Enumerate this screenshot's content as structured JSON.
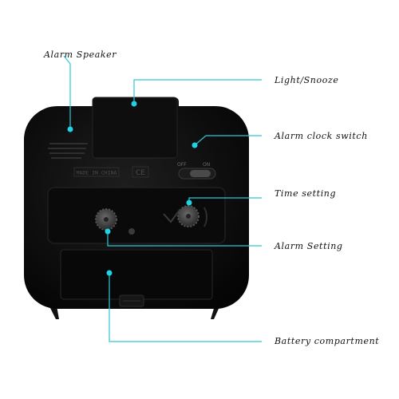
{
  "labels": {
    "alarm_speaker": "Alarm Speaker",
    "light_snooze": "Light/Snooze",
    "alarm_clock_switch": "Alarm clock switch",
    "time_setting": "Time setting",
    "alarm_setting": "Alarm Setting",
    "battery_compartment": "Battery compartment"
  },
  "device": {
    "made_in": "MADE IN CHINA",
    "ce_mark": "CE",
    "switch_off": "OFF",
    "switch_on": "ON"
  },
  "colors": {
    "callout_line": "#2ec7d6",
    "callout_dot": "#1fd3e6",
    "clock_body": "#0c0c0c"
  }
}
